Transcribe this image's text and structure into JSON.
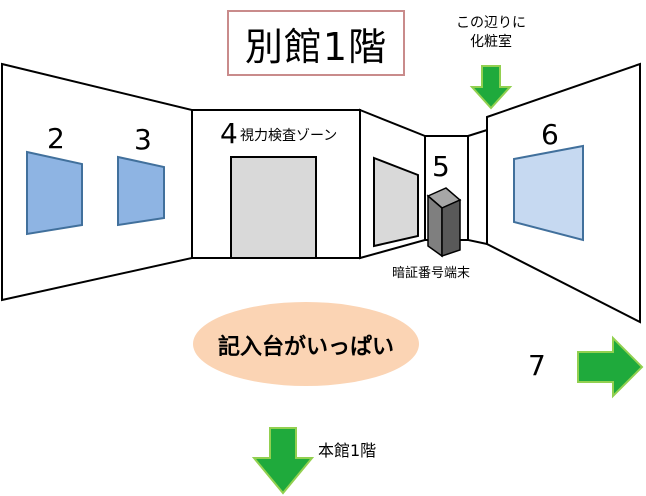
{
  "title": "別館1階",
  "note_restroom": {
    "line1": "この辺りに",
    "line2": "化粧室"
  },
  "labels": {
    "n2": "2",
    "n3": "3",
    "n4": "4",
    "zone4": "視力検査ゾーン",
    "n5": "5",
    "n6": "6",
    "n7": "7",
    "terminal": "暗証番号端末",
    "tables": "記入台がいっぱい",
    "main_building": "本館1階"
  },
  "colors": {
    "window_blue": "#8eb4e3",
    "window_light_blue": "#c6d9f1",
    "door_gray": "#d9d9d9",
    "terminal_gray": "#7f7f7f",
    "arrow_green": "#1faa3c",
    "arrow_border": "#92d050",
    "oval_peach": "#fbd4b4",
    "title_border": "#c98b8b"
  }
}
